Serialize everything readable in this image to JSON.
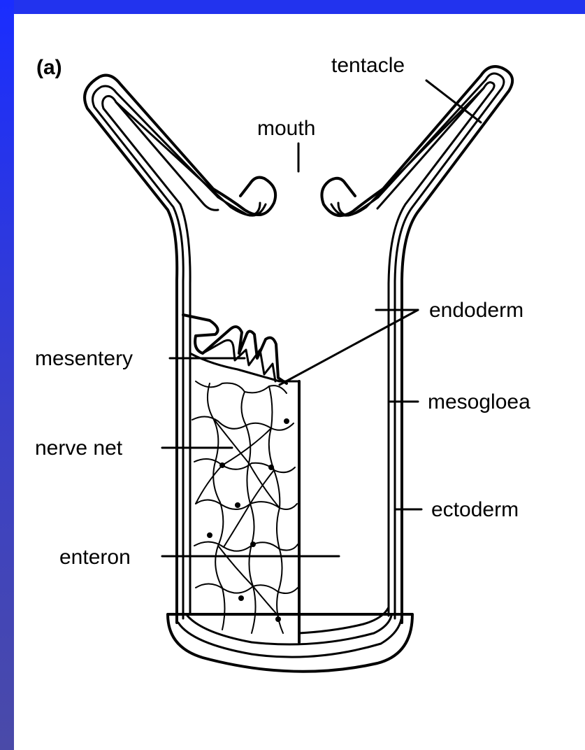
{
  "panel_label": "(a)",
  "labels": {
    "tentacle": "tentacle",
    "mouth": "mouth",
    "endoderm": "endoderm",
    "mesentery": "mesentery",
    "mesogloea": "mesogloea",
    "nerve_net": "nerve net",
    "ectoderm": "ectoderm",
    "enteron": "enteron"
  },
  "colors": {
    "frame": "#2233ee",
    "background": "#ffffff",
    "ink": "#000000"
  }
}
